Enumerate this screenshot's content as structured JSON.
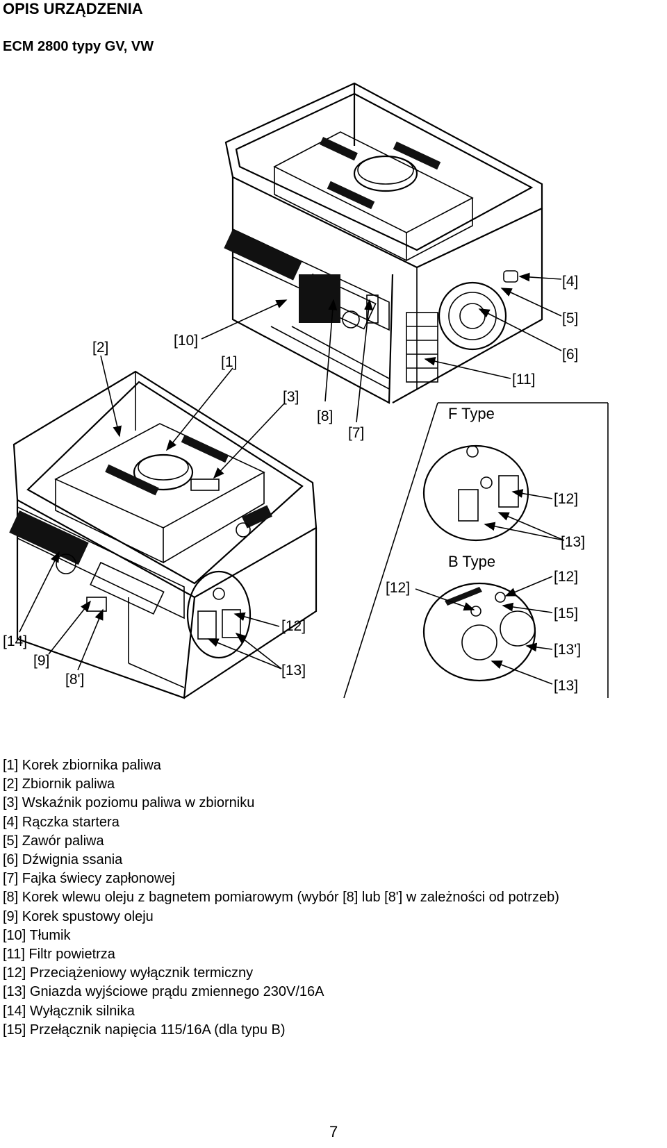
{
  "heading": "OPIS URZĄDZENIA",
  "subheading": "ECM 2800 typy GV, VW",
  "figure": {
    "labels": {
      "l1": "[1]",
      "l2": "[2]",
      "l3": "[3]",
      "l4": "[4]",
      "l5": "[5]",
      "l6": "[6]",
      "l7": "[7]",
      "l8": "[8]",
      "l8b": "[8']",
      "l9": "[9]",
      "l10": "[10]",
      "l11": "[11]",
      "l12a": "[12]",
      "l12b": "[12]",
      "l12c": "[12]",
      "l12d": "[12]",
      "l13a": "[13]",
      "l13b": "[13]",
      "l13c": "[13]",
      "l13p": "[13']",
      "l14": "[14]",
      "l15": "[15]"
    },
    "f_type": "F Type",
    "b_type": "B Type"
  },
  "legend": [
    "[1] Korek zbiornika paliwa",
    "[2] Zbiornik paliwa",
    "[3] Wskaźnik poziomu paliwa w zbiorniku",
    "[4] Rączka startera",
    "[5] Zawór paliwa",
    "[6] Dźwignia ssania",
    "[7] Fajka świecy zapłonowej",
    "[8] Korek wlewu oleju z bagnetem pomiarowym (wybór [8] lub [8'] w zależności od potrzeb)",
    "[9] Korek spustowy oleju",
    "[10] Tłumik",
    "[11] Filtr powietrza",
    "[12] Przeciążeniowy wyłącznik termiczny",
    "[13] Gniazda wyjściowe prądu zmiennego 230V/16A",
    "[14] Wyłącznik silnika",
    "[15] Przełącznik napięcia 115/16A (dla typu B)"
  ],
  "page_number": "7"
}
